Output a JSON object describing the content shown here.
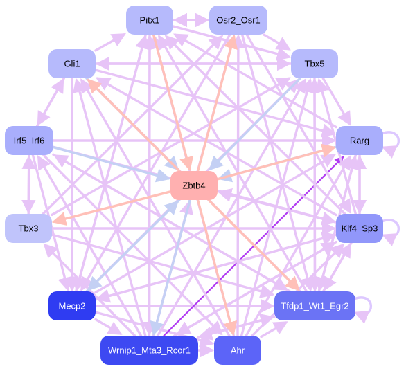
{
  "colors": {
    "edge_default": "#e7c4f7",
    "edge_salmon": "#ffc0b8",
    "edge_blue": "#c4d0f4",
    "edge_purple": "#b13cf2",
    "self_loop": "#ddc8ff"
  },
  "nodes": [
    {
      "id": "pitx1",
      "label": "Pitx1",
      "fill": "#b6bafc",
      "text_color": "#000000"
    },
    {
      "id": "osr2",
      "label": "Osr2_Osr1",
      "fill": "#b6bafc",
      "text_color": "#000000"
    },
    {
      "id": "gli1",
      "label": "Gli1",
      "fill": "#b6bafc",
      "text_color": "#000000"
    },
    {
      "id": "tbx5",
      "label": "Tbx5",
      "fill": "#b6bafc",
      "text_color": "#000000"
    },
    {
      "id": "irf5",
      "label": "Irf5_Irf6",
      "fill": "#a9aefc",
      "text_color": "#000000"
    },
    {
      "id": "rarg",
      "label": "Rarg",
      "fill": "#a9aefc",
      "text_color": "#000000"
    },
    {
      "id": "zbtb4",
      "label": "Zbtb4",
      "fill": "#ffb0b0",
      "text_color": "#000000"
    },
    {
      "id": "tbx3",
      "label": "Tbx3",
      "fill": "#c0c4fb",
      "text_color": "#000000"
    },
    {
      "id": "klf4",
      "label": "Klf4_Sp3",
      "fill": "#9197fa",
      "text_color": "#000000"
    },
    {
      "id": "mecp2",
      "label": "Mecp2",
      "fill": "#2f3cf2",
      "text_color": "#ffffff"
    },
    {
      "id": "tfdp1",
      "label": "Tfdp1_Wt1_Egr2",
      "fill": "#6b73f5",
      "text_color": "#ffffff"
    },
    {
      "id": "wrnip1",
      "label": "Wrnip1_Mta3_Rcor1",
      "fill": "#3d49f2",
      "text_color": "#ffffff"
    },
    {
      "id": "ahr",
      "label": "Ahr",
      "fill": "#5c64f8",
      "text_color": "#ffffff"
    }
  ],
  "self_loops": [
    "rarg",
    "klf4",
    "tfdp1"
  ],
  "edges": [
    {
      "from": "pitx1",
      "to": "osr2",
      "style": "default"
    },
    {
      "from": "osr2",
      "to": "pitx1",
      "style": "default"
    },
    {
      "from": "gli1",
      "to": "pitx1",
      "style": "default"
    },
    {
      "from": "pitx1",
      "to": "tbx5",
      "style": "default"
    },
    {
      "from": "osr2",
      "to": "tbx5",
      "style": "default"
    },
    {
      "from": "gli1",
      "to": "tbx5",
      "style": "default"
    },
    {
      "from": "gli1",
      "to": "irf5",
      "style": "default"
    },
    {
      "from": "irf5",
      "to": "gli1",
      "style": "default"
    },
    {
      "from": "irf5",
      "to": "rarg",
      "style": "default"
    },
    {
      "from": "gli1",
      "to": "rarg",
      "style": "default"
    },
    {
      "from": "tbx5",
      "to": "rarg",
      "style": "default"
    },
    {
      "from": "rarg",
      "to": "klf4",
      "style": "default"
    },
    {
      "from": "klf4",
      "to": "rarg",
      "style": "default"
    },
    {
      "from": "irf5",
      "to": "tbx3",
      "style": "default"
    },
    {
      "from": "tbx3",
      "to": "irf5",
      "style": "default"
    },
    {
      "from": "irf5",
      "to": "klf4",
      "style": "default"
    },
    {
      "from": "irf5",
      "to": "tfdp1",
      "style": "default"
    },
    {
      "from": "irf5",
      "to": "mecp2",
      "style": "default"
    },
    {
      "from": "irf5",
      "to": "ahr",
      "style": "default"
    },
    {
      "from": "tbx3",
      "to": "klf4",
      "style": "default"
    },
    {
      "from": "tbx3",
      "to": "tbx5",
      "style": "default"
    },
    {
      "from": "tbx3",
      "to": "osr2",
      "style": "default"
    },
    {
      "from": "tbx3",
      "to": "tfdp1",
      "style": "default"
    },
    {
      "from": "mecp2",
      "to": "tfdp1",
      "style": "default"
    },
    {
      "from": "mecp2",
      "to": "wrnip1",
      "style": "default"
    },
    {
      "from": "mecp2",
      "to": "rarg",
      "style": "default"
    },
    {
      "from": "mecp2",
      "to": "tbx5",
      "style": "default"
    },
    {
      "from": "mecp2",
      "to": "pitx1",
      "style": "default"
    },
    {
      "from": "mecp2",
      "to": "ahr",
      "style": "default"
    },
    {
      "from": "mecp2",
      "to": "klf4",
      "style": "default"
    },
    {
      "from": "wrnip1",
      "to": "ahr",
      "style": "default"
    },
    {
      "from": "wrnip1",
      "to": "tfdp1",
      "style": "default"
    },
    {
      "from": "wrnip1",
      "to": "klf4",
      "style": "default"
    },
    {
      "from": "wrnip1",
      "to": "tbx5",
      "style": "default"
    },
    {
      "from": "wrnip1",
      "to": "osr2",
      "style": "default"
    },
    {
      "from": "wrnip1",
      "to": "pitx1",
      "style": "default"
    },
    {
      "from": "wrnip1",
      "to": "gli1",
      "style": "default"
    },
    {
      "from": "wrnip1",
      "to": "irf5",
      "style": "default"
    },
    {
      "from": "wrnip1",
      "to": "tbx3",
      "style": "default"
    },
    {
      "from": "wrnip1",
      "to": "rarg",
      "style": "purple"
    },
    {
      "from": "wrnip1",
      "to": "zbtb4",
      "style": "default"
    },
    {
      "from": "ahr",
      "to": "tfdp1",
      "style": "default"
    },
    {
      "from": "ahr",
      "to": "klf4",
      "style": "default"
    },
    {
      "from": "ahr",
      "to": "rarg",
      "style": "default"
    },
    {
      "from": "ahr",
      "to": "tbx5",
      "style": "default"
    },
    {
      "from": "ahr",
      "to": "pitx1",
      "style": "default"
    },
    {
      "from": "ahr",
      "to": "gli1",
      "style": "default"
    },
    {
      "from": "ahr",
      "to": "osr2",
      "style": "default"
    },
    {
      "from": "tfdp1",
      "to": "rarg",
      "style": "default"
    },
    {
      "from": "tfdp1",
      "to": "tbx5",
      "style": "default"
    },
    {
      "from": "tfdp1",
      "to": "klf4",
      "style": "default"
    },
    {
      "from": "tfdp1",
      "to": "gli1",
      "style": "default"
    },
    {
      "from": "tfdp1",
      "to": "pitx1",
      "style": "default"
    },
    {
      "from": "tfdp1",
      "to": "irf5",
      "style": "default"
    },
    {
      "from": "tfdp1",
      "to": "wrnip1",
      "style": "default"
    },
    {
      "from": "klf4",
      "to": "tbx5",
      "style": "default"
    },
    {
      "from": "klf4",
      "to": "gli1",
      "style": "default"
    },
    {
      "from": "klf4",
      "to": "pitx1",
      "style": "default"
    },
    {
      "from": "klf4",
      "to": "mecp2",
      "style": "default"
    },
    {
      "from": "klf4",
      "to": "wrnip1",
      "style": "default"
    },
    {
      "from": "klf4",
      "to": "zbtb4",
      "style": "default"
    },
    {
      "from": "klf4",
      "to": "tfdp1",
      "style": "default"
    },
    {
      "from": "rarg",
      "to": "pitx1",
      "style": "default"
    },
    {
      "from": "rarg",
      "to": "tfdp1",
      "style": "default"
    },
    {
      "from": "rarg",
      "to": "zbtb4",
      "style": "blue"
    },
    {
      "from": "tbx5",
      "to": "tfdp1",
      "style": "default"
    },
    {
      "from": "tbx5",
      "to": "gli1",
      "style": "default"
    },
    {
      "from": "osr2",
      "to": "mecp2",
      "style": "default"
    },
    {
      "from": "osr2",
      "to": "tfdp1",
      "style": "default"
    },
    {
      "from": "osr2",
      "to": "klf4",
      "style": "default"
    },
    {
      "from": "pitx1",
      "to": "wrnip1",
      "style": "default"
    },
    {
      "from": "pitx1",
      "to": "ahr",
      "style": "default"
    },
    {
      "from": "pitx1",
      "to": "mecp2",
      "style": "default"
    },
    {
      "from": "pitx1",
      "to": "zbtb4",
      "style": "salmon"
    },
    {
      "from": "gli1",
      "to": "tfdp1",
      "style": "default"
    },
    {
      "from": "gli1",
      "to": "mecp2",
      "style": "default"
    },
    {
      "from": "gli1",
      "to": "zbtb4",
      "style": "blue"
    },
    {
      "from": "zbtb4",
      "to": "osr2",
      "style": "salmon"
    },
    {
      "from": "zbtb4",
      "to": "rarg",
      "style": "salmon"
    },
    {
      "from": "zbtb4",
      "to": "tbx3",
      "style": "salmon"
    },
    {
      "from": "zbtb4",
      "to": "tfdp1",
      "style": "salmon"
    },
    {
      "from": "zbtb4",
      "to": "ahr",
      "style": "salmon"
    },
    {
      "from": "zbtb4",
      "to": "gli1",
      "style": "salmon"
    },
    {
      "from": "zbtb4",
      "to": "wrnip1",
      "style": "blue"
    },
    {
      "from": "zbtb4",
      "to": "mecp2",
      "style": "blue"
    },
    {
      "from": "tbx5",
      "to": "zbtb4",
      "style": "blue"
    },
    {
      "from": "irf5",
      "to": "zbtb4",
      "style": "blue"
    },
    {
      "from": "mecp2",
      "to": "zbtb4",
      "style": "blue"
    },
    {
      "from": "pitx1",
      "to": "pitx1_down",
      "style": "purple"
    }
  ]
}
